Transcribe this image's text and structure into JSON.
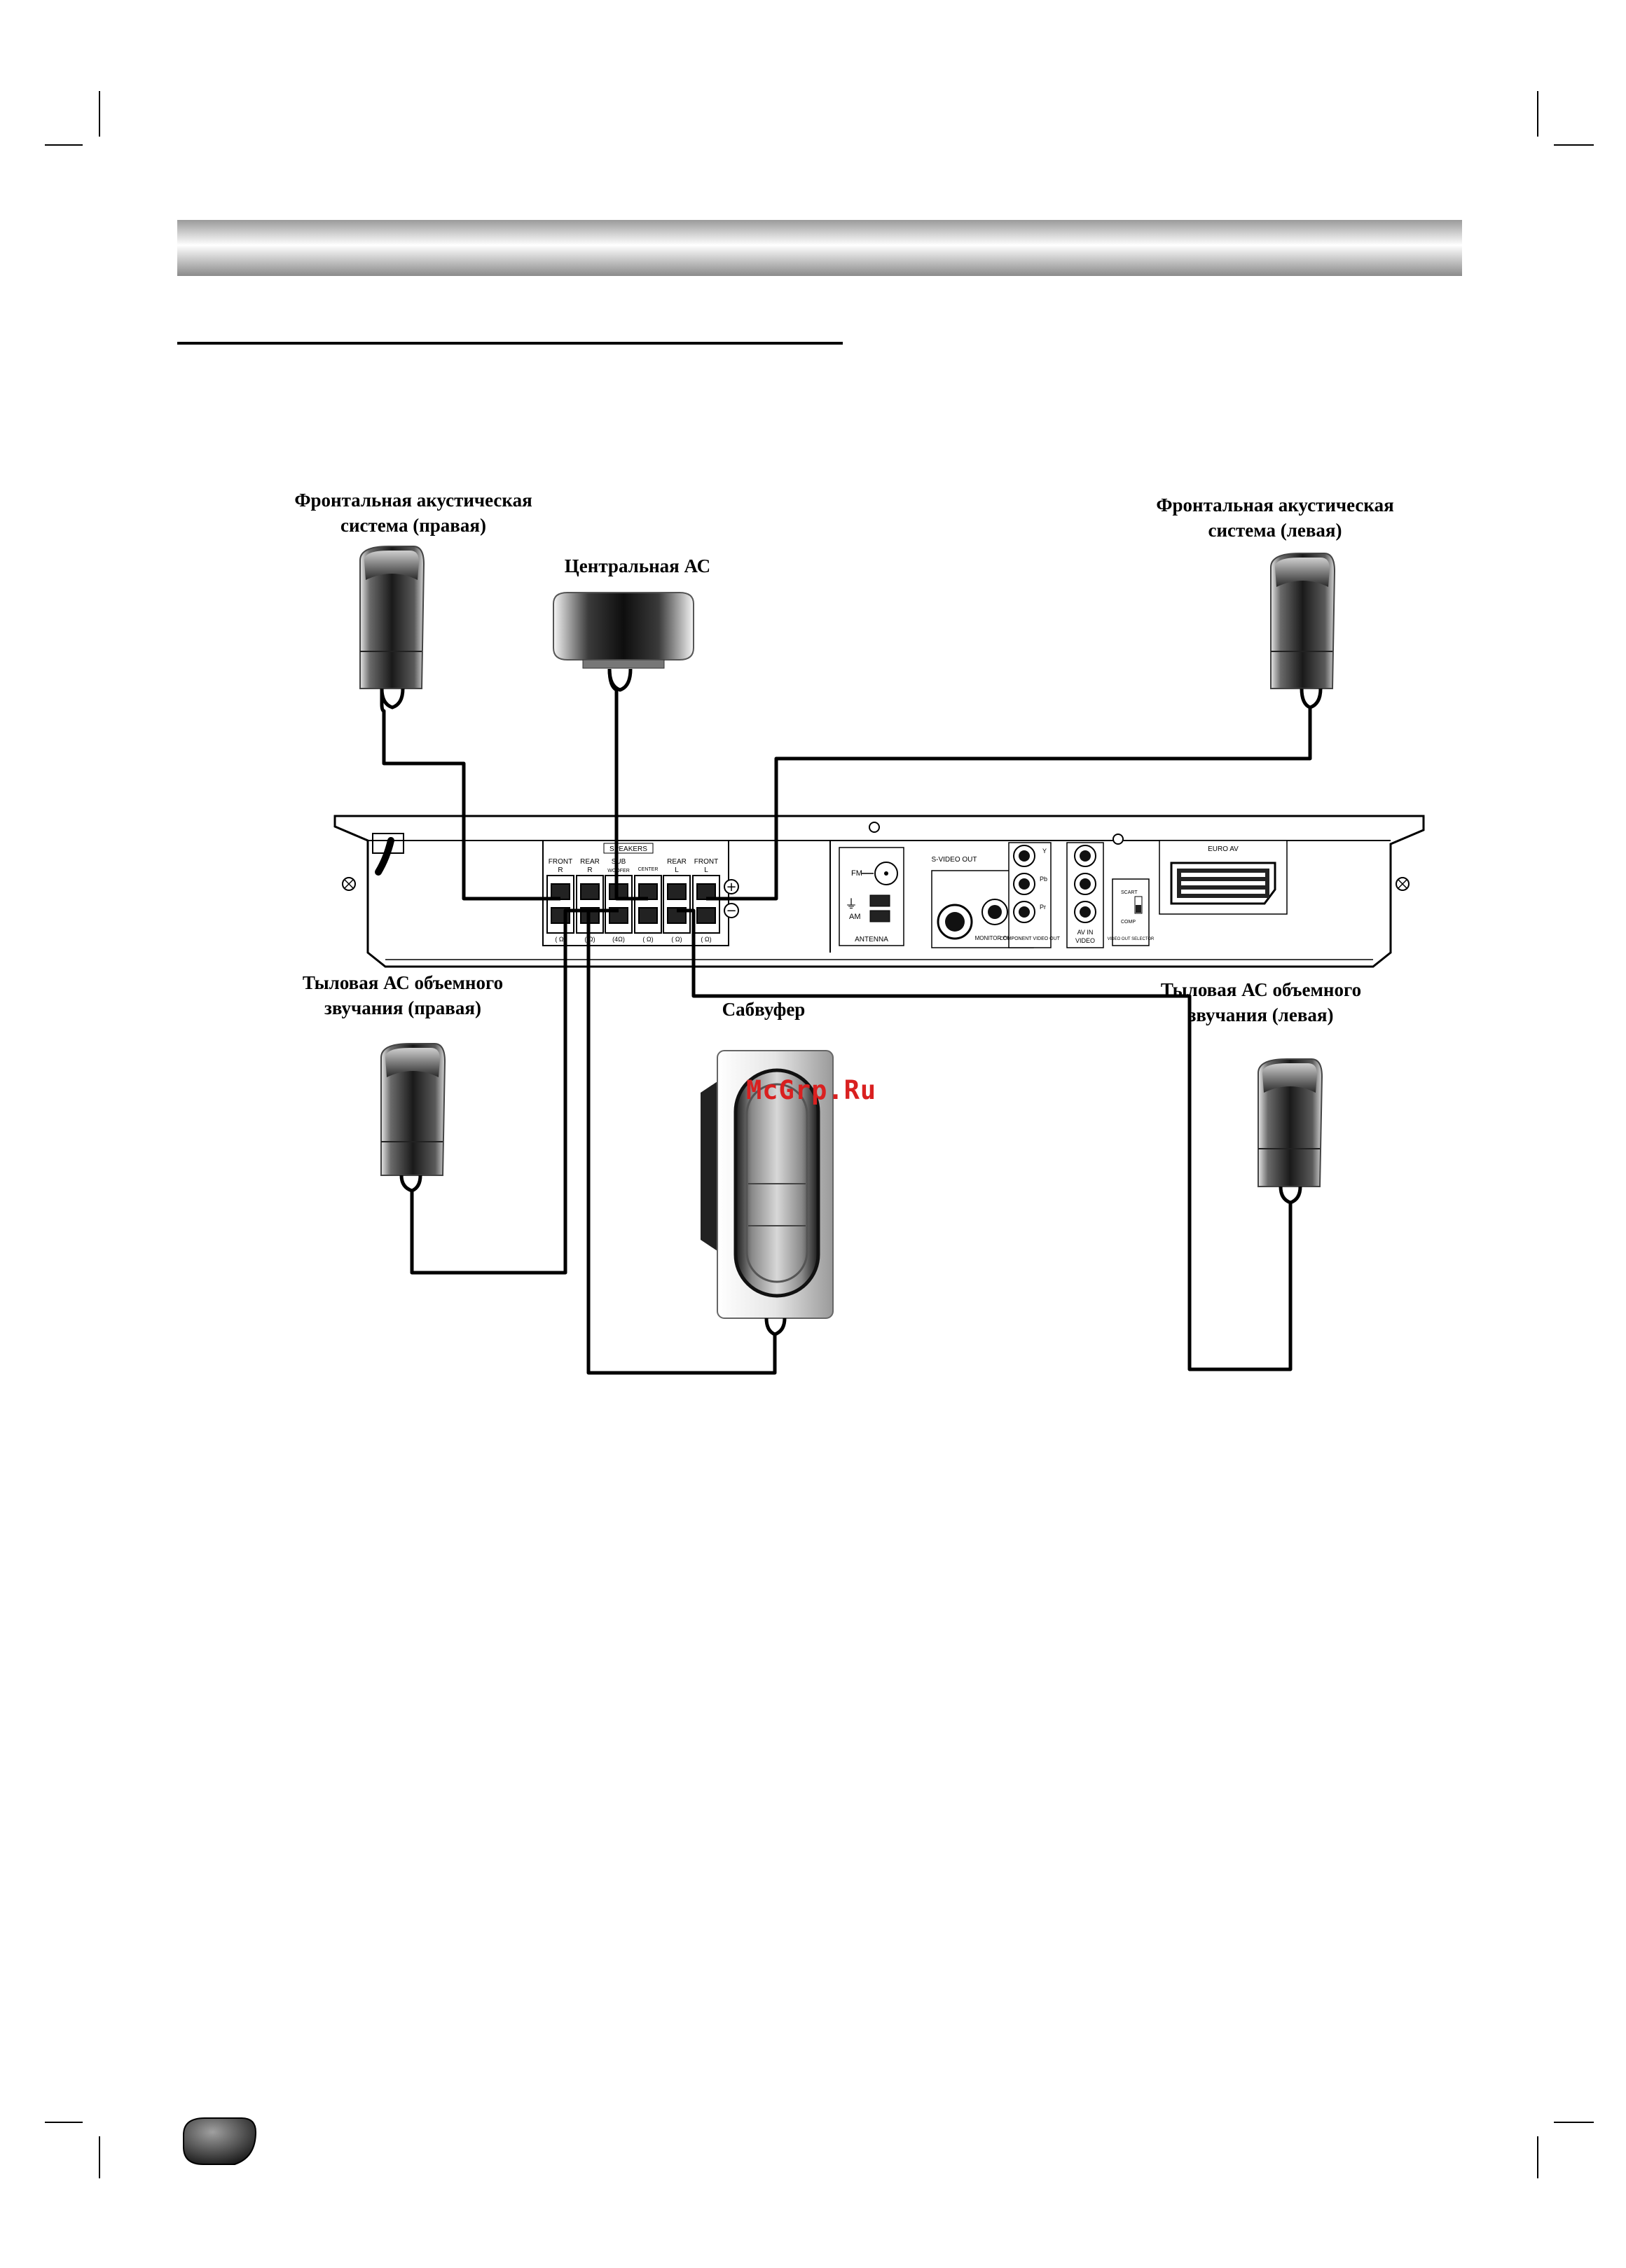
{
  "labels": {
    "front_right": [
      "Фронтальная акустическая",
      "система (правая)"
    ],
    "center": "Центральная АС",
    "front_left": [
      "Фронтальная акустическая",
      "система (левая)"
    ],
    "rear_right": [
      "Тыловая АС объемного",
      "звучания (правая)"
    ],
    "subwoofer": "Сабвуфер",
    "rear_left": [
      "Тыловая АС объемного",
      "звучания (левая)"
    ]
  },
  "watermark": "McGrp.Ru",
  "panel": {
    "speakers_title": "SPEAKERS",
    "terminals": [
      "FRONT R",
      "REAR R",
      "SUB WOOFER",
      "CENTER",
      "REAR L",
      "FRONT L"
    ],
    "fm": "FM",
    "am": "AM",
    "antenna": "ANTENNA",
    "svideo_out": "S-VIDEO OUT",
    "monitor_out": "MONITOR OUT",
    "component_out": "COMPONENT VIDEO OUT",
    "y": "Y",
    "pb": "Pb",
    "pr": "Pr",
    "av_in": "AV IN",
    "video": "VIDEO",
    "video_out_selector": "VIDEO OUT SELECTOR",
    "scart": "SCART",
    "comp": "COMP",
    "euro_av": "EURO AV"
  },
  "colors": {
    "header_bar_dark": "#8a8a8a",
    "header_bar_light": "#f2f2f2",
    "cable": "#000000"
  }
}
